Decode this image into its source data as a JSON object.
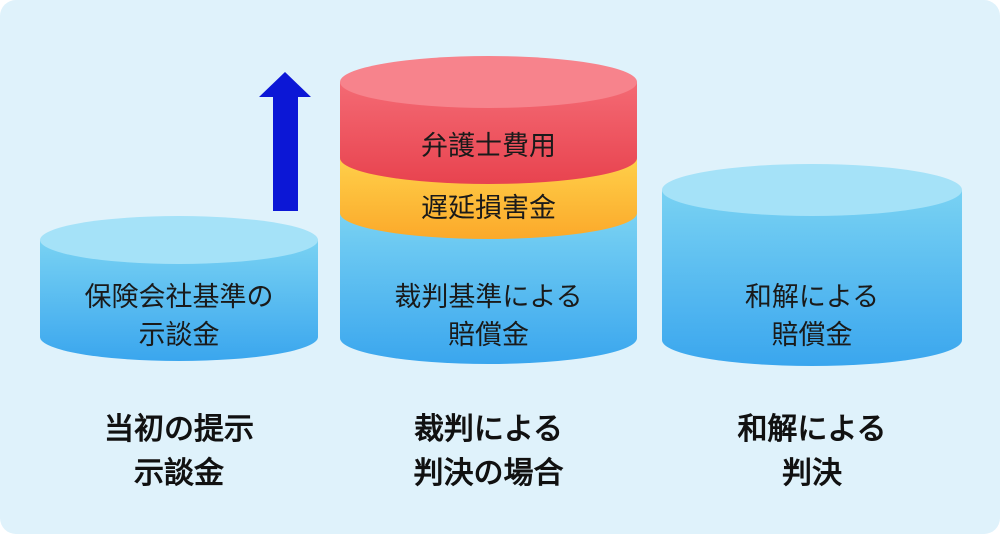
{
  "colors": {
    "background": "#dff2fb",
    "cylinder_body_top": "#79d2f3",
    "cylinder_body_bottom": "#3aa6ee",
    "cylinder_top_face": "#a5e2f8",
    "red_layer": "#ee5460",
    "red_top_face": "#f7838c",
    "orange_layer": "#fdbb37",
    "arrow": "#0c17d6"
  },
  "icons": {
    "up_arrow": "up-arrow-icon"
  },
  "left": {
    "cylinder_label": [
      "保険会社基準の",
      "示談金"
    ],
    "caption": [
      "当初の提示",
      "示談金"
    ]
  },
  "center": {
    "top_layer_label": "弁護士費用",
    "middle_layer_label": "遅延損害金",
    "cylinder_label": [
      "裁判基準による",
      "賠償金"
    ],
    "caption": [
      "裁判による",
      "判決の場合"
    ]
  },
  "right": {
    "cylinder_label": [
      "和解による",
      "賠償金"
    ],
    "caption": [
      "和解による",
      "判決"
    ]
  }
}
